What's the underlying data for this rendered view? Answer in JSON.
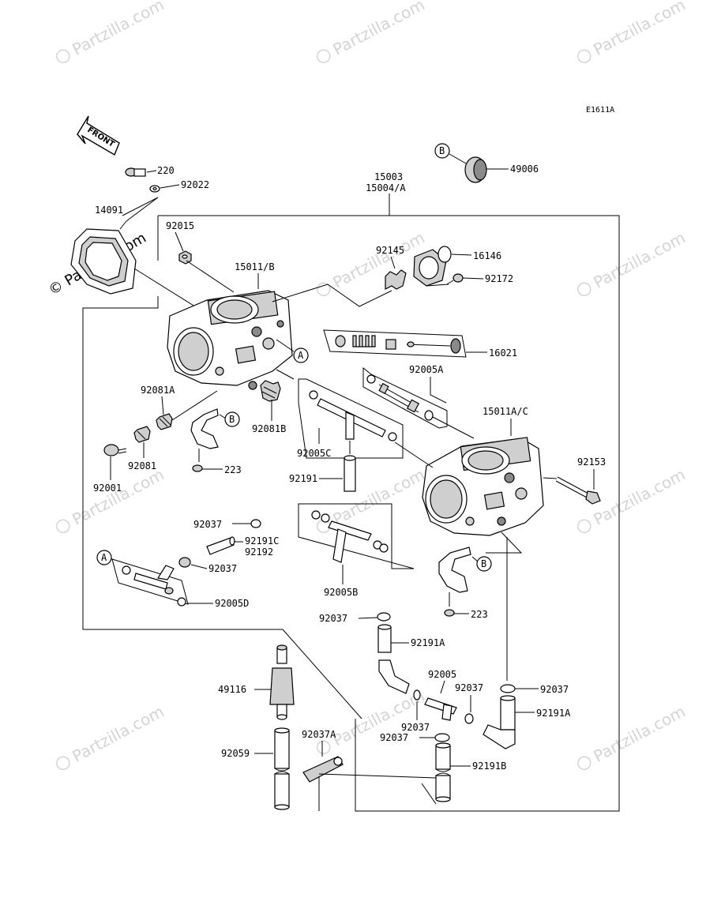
{
  "diagram_code": "E1611A",
  "front_label": "FRONT",
  "watermark": {
    "text": "Partzilla.com",
    "symbol": "©",
    "featured": "© Partzilla.com"
  },
  "callouts": {
    "A": "A",
    "B": "B"
  },
  "parts": {
    "p220": "220",
    "p92022": "92022",
    "p14091": "14091",
    "p92015": "92015",
    "p15003": "15003",
    "p15004A": "15004/A",
    "p49006": "49006",
    "p15011B": "15011/B",
    "p92145": "92145",
    "p16146": "16146",
    "p92172": "92172",
    "p16021": "16021",
    "p92005A": "92005A",
    "p15011AC": "15011A/C",
    "p92081A": "92081A",
    "p92081B": "92081B",
    "p92005C": "92005C",
    "p92153": "92153",
    "p92191": "92191",
    "p92081": "92081",
    "p92001": "92001",
    "p223a": "223",
    "p92037a": "92037",
    "p92191C": "92191C",
    "p92192": "92192",
    "p92037b": "92037",
    "p92005D": "92005D",
    "p92005B": "92005B",
    "p223b": "223",
    "p92037c": "92037",
    "p92191Aa": "92191A",
    "p92005": "92005",
    "p92037d": "92037",
    "p92037e": "92037",
    "p49116": "49116",
    "p92037f": "92037",
    "p92037g": "92037",
    "p92191Ab": "92191A",
    "p92037A": "92037A",
    "p92059": "92059",
    "p92191B": "92191B"
  }
}
